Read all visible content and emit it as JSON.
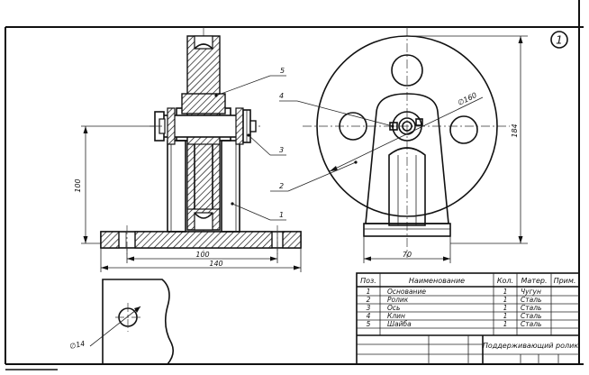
{
  "sheet": {
    "sheet_number": "1"
  },
  "dimensions": {
    "d100": "100",
    "d140": "140",
    "h100": "100",
    "w70": "70",
    "h184": "184",
    "dia160": "∅160",
    "dia14": "∅14"
  },
  "callouts": {
    "c1": "1",
    "c2": "2",
    "c3": "3",
    "c4": "4",
    "c5": "5"
  },
  "parts_table": {
    "headers": {
      "pos": "Поз.",
      "name": "Наименование",
      "qty": "Кол.",
      "material": "Матер.",
      "note": "Прим."
    },
    "rows": [
      {
        "pos": "1",
        "name": "Основание",
        "qty": "1",
        "material": "Чугун"
      },
      {
        "pos": "2",
        "name": "Ролик",
        "qty": "1",
        "material": "Сталь"
      },
      {
        "pos": "3",
        "name": "Ось",
        "qty": "1",
        "material": "Сталь"
      },
      {
        "pos": "4",
        "name": "Клин",
        "qty": "1",
        "material": "Сталь"
      },
      {
        "pos": "5",
        "name": "Шайба",
        "qty": "1",
        "material": "Сталь"
      }
    ],
    "title": "Поддерживающий ролик"
  }
}
